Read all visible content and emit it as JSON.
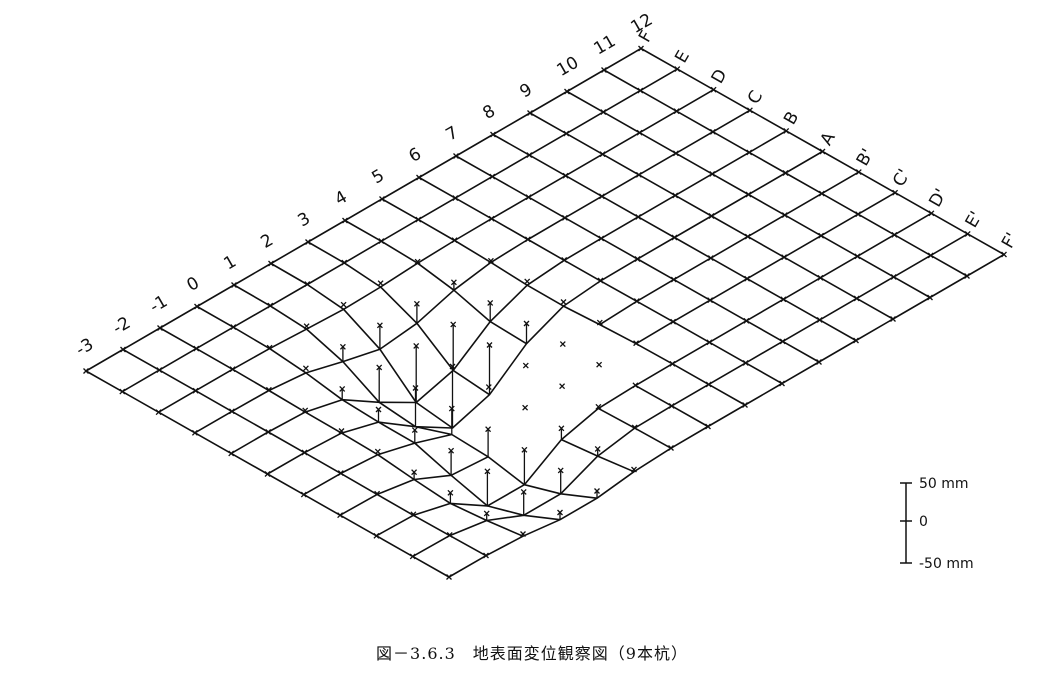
{
  "figure": {
    "caption": "図－3.6.3　地表面変位観察図（9本杭）",
    "columns": [
      "-3",
      "-2",
      "-1",
      "0",
      "1",
      "2",
      "3",
      "4",
      "5",
      "6",
      "7",
      "8",
      "9",
      "10",
      "11",
      "12"
    ],
    "rows": [
      "F",
      "E",
      "D",
      "C",
      "B",
      "A",
      "B'",
      "C'",
      "D'",
      "E'",
      "F'"
    ],
    "scale": {
      "top": "50 mm",
      "middle": "0",
      "bottom": "-50 mm"
    },
    "colors": {
      "ink": "#111111",
      "paper": "#ffffff"
    }
  }
}
